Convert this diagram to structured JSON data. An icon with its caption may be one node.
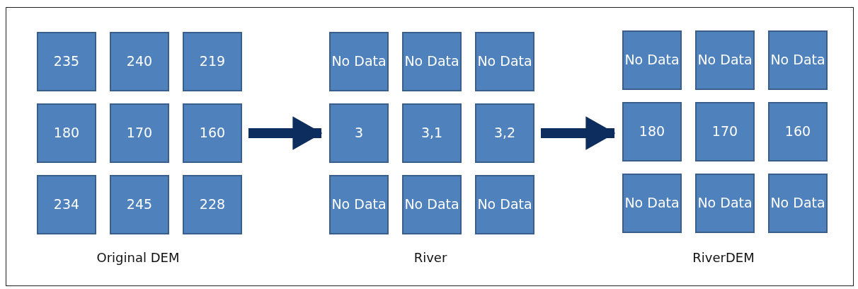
{
  "diagram": {
    "nodes": [
      {
        "text": [
          "Original DEM"
        ]
      },
      {
        "text": [
          "235"
        ],
        "in": 0
      },
      {
        "text": [
          "240"
        ],
        "in": 0
      },
      {
        "text": [
          "219"
        ],
        "in": 0
      },
      {
        "text": [
          "180"
        ],
        "in": 0
      },
      {
        "text": [
          "170"
        ],
        "in": 0
      },
      {
        "text": [
          "160"
        ],
        "in": 0
      },
      {
        "text": [
          "234"
        ],
        "in": 0
      },
      {
        "text": [
          "245"
        ],
        "in": 0
      },
      {
        "text": [
          "228"
        ],
        "in": 0
      },
      {
        "text": [
          "River"
        ]
      },
      {
        "text": [
          "No Data"
        ],
        "in": 10
      },
      {
        "text": [
          "No Data"
        ],
        "in": 10
      },
      {
        "text": [
          "No Data"
        ],
        "in": 10
      },
      {
        "text": [
          "3"
        ],
        "in": 10
      },
      {
        "text": [
          "3,1"
        ],
        "in": 10
      },
      {
        "text": [
          "3,2"
        ],
        "in": 10
      },
      {
        "text": [
          "No Data"
        ],
        "in": 10
      },
      {
        "text": [
          "No Data"
        ],
        "in": 10
      },
      {
        "text": [
          "No Data"
        ],
        "in": 10
      },
      {
        "text": [
          "RiverDEM"
        ]
      },
      {
        "text": [
          "No Data"
        ],
        "in": 20
      },
      {
        "text": [
          "No Data"
        ],
        "in": 20
      },
      {
        "text": [
          "No Data"
        ],
        "in": 20
      },
      {
        "text": [
          "180"
        ],
        "in": 20
      },
      {
        "text": [
          "170"
        ],
        "in": 20
      },
      {
        "text": [
          "160"
        ],
        "in": 20
      },
      {
        "text": [
          "No Data"
        ],
        "in": 20
      },
      {
        "text": [
          "No Data"
        ],
        "in": 20
      },
      {
        "text": [
          "No Data"
        ],
        "in": 20
      }
    ],
    "edges": [
      {
        "from": 0,
        "to": 10,
        "arrow": "to"
      },
      {
        "from": 10,
        "to": 20,
        "arrow": "to"
      }
    ]
  }
}
